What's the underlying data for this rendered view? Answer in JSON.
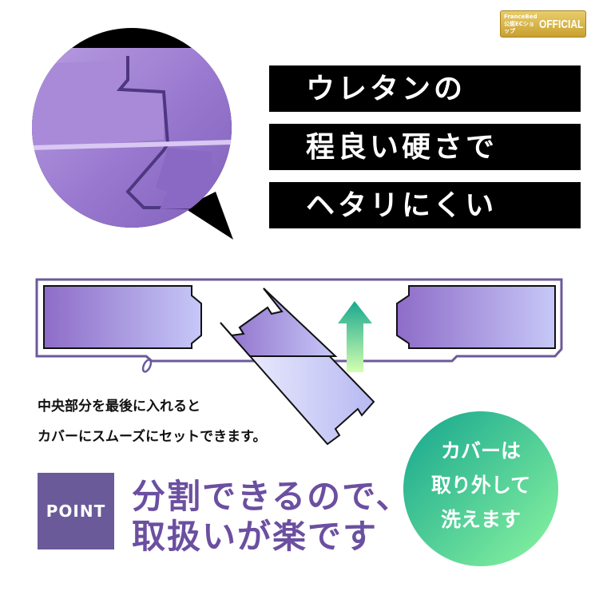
{
  "logo": {
    "brand": "FranceBed",
    "sub": "公認ECショップ",
    "badge": "OFFICIAL"
  },
  "headline": [
    "ウレタンの",
    "程良い硬さで",
    "ヘタリにくい"
  ],
  "caption": [
    "中央部分を最後に入れると",
    "カバーにスムーズにセットできます。"
  ],
  "point": {
    "label": "POINT",
    "lines": [
      "分割できるので、",
      "取扱いが楽です"
    ]
  },
  "wash_badge": [
    "カバーは",
    "取り外して",
    "洗えます"
  ],
  "colors": {
    "accent": "#6b4fa0",
    "point_box": "#6b5a9a",
    "green_start": "#14a58e",
    "green_end": "#8cf5a0"
  }
}
